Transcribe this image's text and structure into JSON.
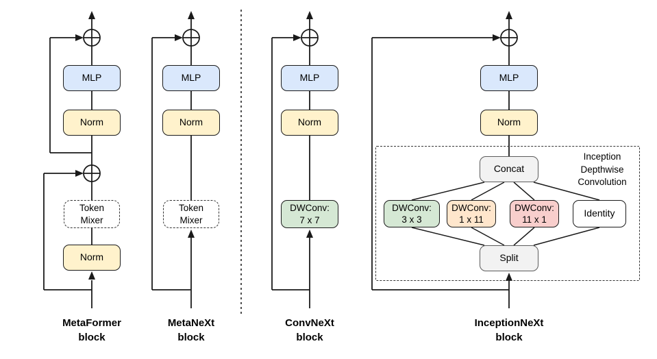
{
  "colors": {
    "mlp_fill": "#dae8fc",
    "norm_fill": "#fff2cc",
    "dwconv_green_fill": "#d5e8d4",
    "dwconv_orange_fill": "#ffe6cc",
    "dwconv_pink_fill": "#f8cecc",
    "concat_split_fill": "#f2f2f2",
    "identity_fill": "#ffffff",
    "line_color": "#1a1a1a",
    "divider_color": "#4d4d4d"
  },
  "metaformer": {
    "label_line1": "MetaFormer",
    "label_line2": "block",
    "mlp": "MLP",
    "norm_upper": "Norm",
    "token_mixer_line1": "Token",
    "token_mixer_line2": "Mixer",
    "norm_lower": "Norm"
  },
  "metanext": {
    "label_line1": "MetaNeXt",
    "label_line2": "block",
    "mlp": "MLP",
    "norm": "Norm",
    "token_mixer_line1": "Token",
    "token_mixer_line2": "Mixer"
  },
  "convnext": {
    "label_line1": "ConvNeXt",
    "label_line2": "block",
    "mlp": "MLP",
    "norm": "Norm",
    "dwconv_line1": "DWConv:",
    "dwconv_line2": "7 x 7"
  },
  "inceptionnext": {
    "label_line1": "InceptionNeXt",
    "label_line2": "block",
    "mlp": "MLP",
    "norm": "Norm",
    "concat": "Concat",
    "split": "Split",
    "region_label_line1": "Inception",
    "region_label_line2": "Depthwise",
    "region_label_line3": "Convolution",
    "branches": [
      {
        "line1": "DWConv:",
        "line2": "3 x 3"
      },
      {
        "line1": "DWConv:",
        "line2": "1 x 11"
      },
      {
        "line1": "DWConv:",
        "line2": "11 x 1"
      },
      {
        "line1": "Identity"
      }
    ]
  }
}
